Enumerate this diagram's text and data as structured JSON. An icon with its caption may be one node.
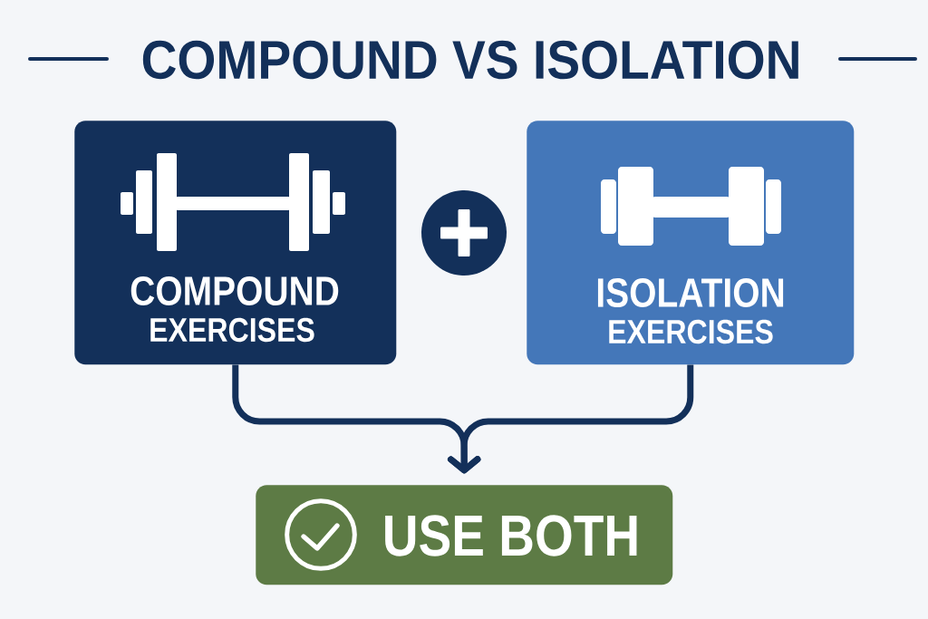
{
  "diagram": {
    "title": "COMPOUND VS ISOLATION",
    "nodes": [
      {
        "text": [
          "COMPOUND",
          "EXERCISES"
        ]
      },
      {
        "text": [
          "ISOLATION",
          "EXERCISES"
        ]
      },
      {
        "text": [
          "USE BOTH"
        ]
      }
    ],
    "edges": [
      {
        "from": 0,
        "to": 2,
        "arrow": "to"
      },
      {
        "from": 1,
        "to": 2,
        "arrow": "to"
      }
    ]
  }
}
